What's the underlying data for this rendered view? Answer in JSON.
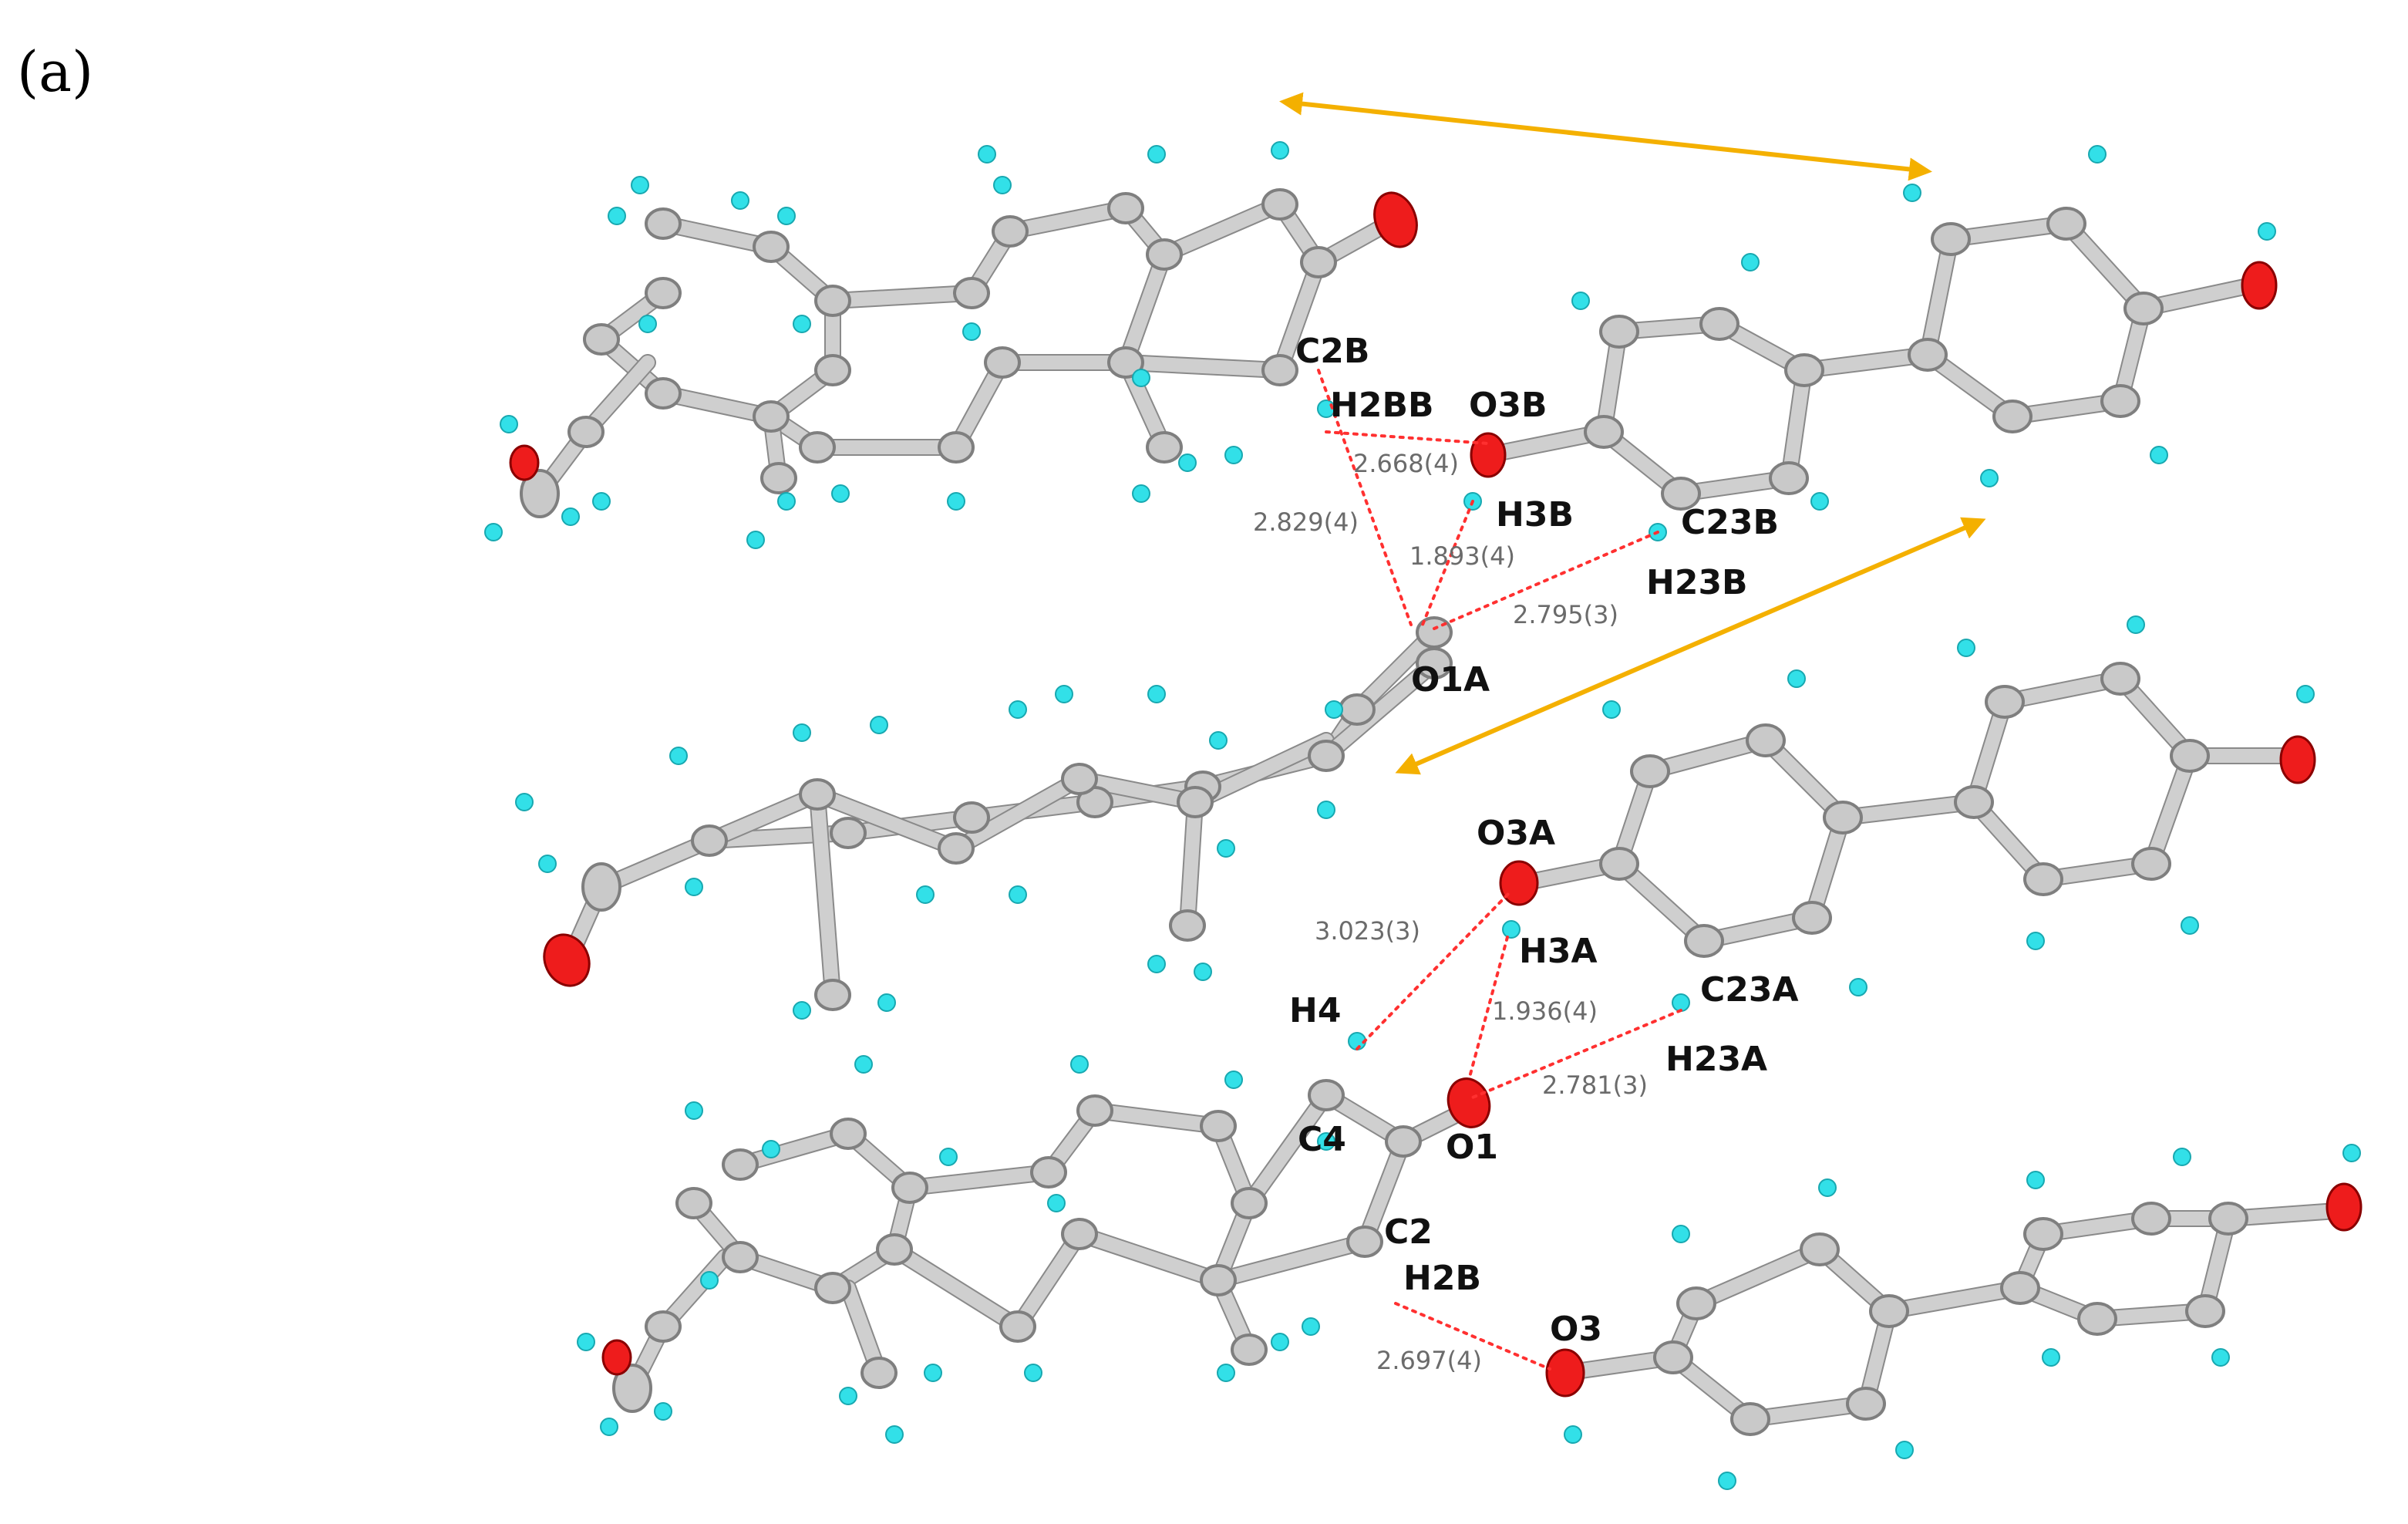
{
  "figure": {
    "panel_label": "(a)"
  },
  "atom_labels": {
    "c2b": "C2B",
    "h2bb": "H2BB",
    "o3b": "O3B",
    "h3b": "H3B",
    "c23b": "C23B",
    "h23b": "H23B",
    "o1a": "O1A",
    "o3a": "O3A",
    "h3a": "H3A",
    "c23a": "C23A",
    "h23a": "H23A",
    "h4": "H4",
    "c4": "C4",
    "o1": "O1",
    "c2": "C2",
    "h2b": "H2B",
    "o3": "O3"
  },
  "distances": {
    "h2bb_o3b": "2.668(4)",
    "c2b_o1a": "2.829(4)",
    "h3b_o1a": "1.893(4)",
    "h23b_o1a": "2.795(3)",
    "h4_o3a": "3.023(3)",
    "h3a_o1": "1.936(4)",
    "h23a_o1": "2.781(3)",
    "h2b_o3": "2.697(4)"
  },
  "colors": {
    "carbon": "#c9c9c9",
    "oxygen": "#ee1c1c",
    "hydrogen": "#32e0e8",
    "hydrogen_bond": "#ff3030",
    "arrow": "#f4b000"
  }
}
